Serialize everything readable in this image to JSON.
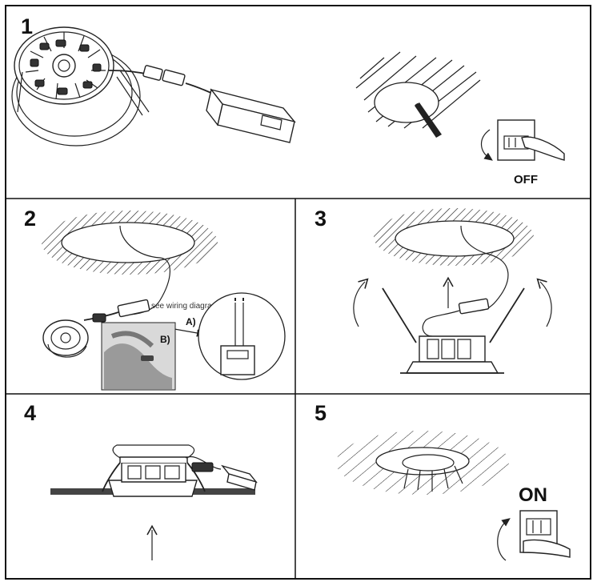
{
  "steps": [
    "1",
    "2",
    "3",
    "4",
    "5"
  ],
  "labels": {
    "off": "OFF",
    "on": "ON",
    "see_wiring": "see wiring diagram",
    "option_a": "A)",
    "option_b": "B)"
  },
  "colors": {
    "line": "#222222",
    "frame": "#111111",
    "background": "#ffffff"
  }
}
